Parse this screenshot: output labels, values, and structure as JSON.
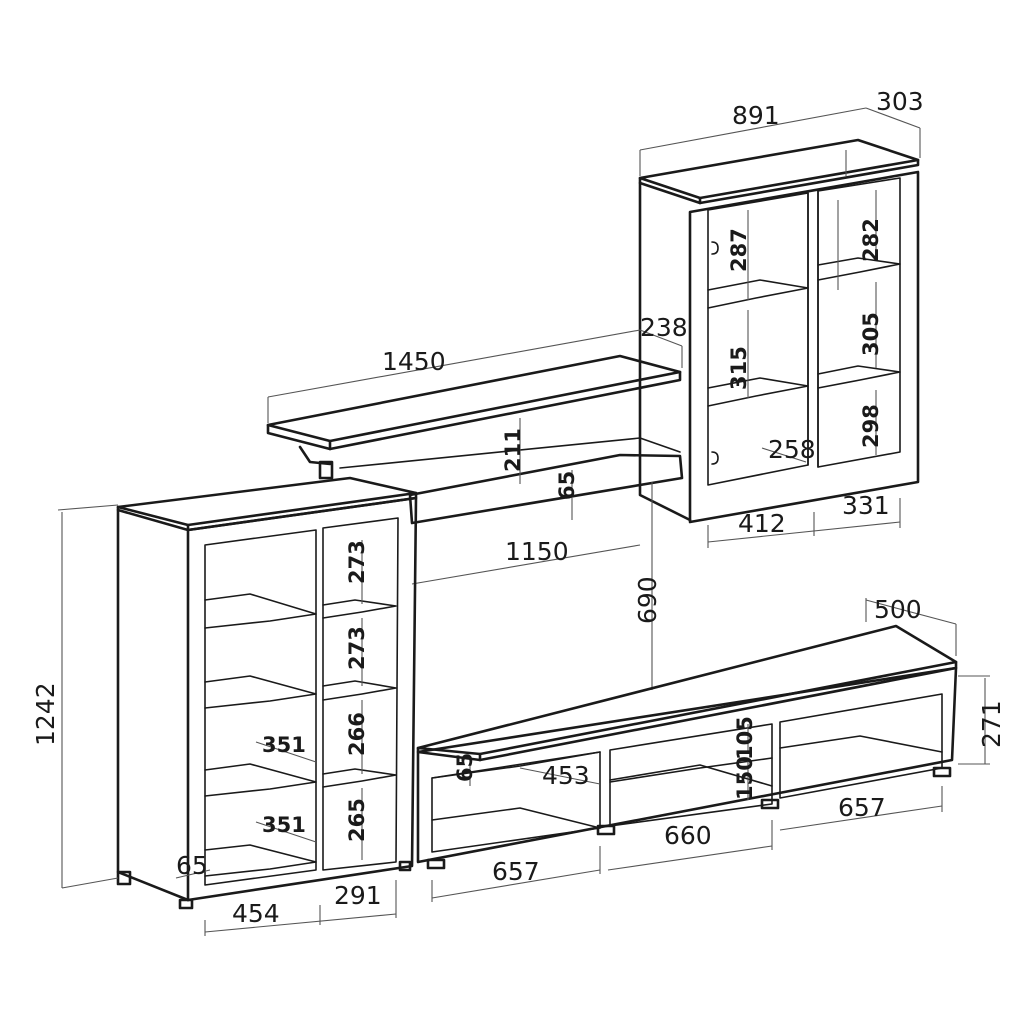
{
  "dimensions": {
    "wall_cabinet_width": "891",
    "wall_cabinet_depth": "303",
    "wall_cabinet_shelf_1": "287",
    "wall_cabinet_shelf_2": "315",
    "wall_cabinet_right_1": "282",
    "wall_cabinet_right_2": "305",
    "wall_cabinet_right_3": "298",
    "wall_cabinet_inner_depth": "258",
    "wall_cabinet_left_width": "412",
    "wall_cabinet_right_width": "331",
    "wall_shelf_width": "1450",
    "wall_shelf_depth": "238",
    "wall_shelf_gap": "211",
    "wall_shelf_thickness": "65",
    "wall_shelf_inner_width": "1150",
    "mount_height": "690",
    "bookcase_height": "1242",
    "bookcase_comp_1": "273",
    "bookcase_comp_2": "273",
    "bookcase_comp_3": "266",
    "bookcase_comp_4": "265",
    "bookcase_depth_1": "351",
    "bookcase_depth_2": "351",
    "bookcase_plinth": "65",
    "bookcase_left_width": "454",
    "bookcase_right_width": "291",
    "tv_depth": "500",
    "tv_height": "271",
    "tv_plinth": "65",
    "tv_inner_depth": "453",
    "tv_middle_upper": "105",
    "tv_middle_lower": "150",
    "tv_left_width": "657",
    "tv_middle_width": "660",
    "tv_right_width": "657"
  }
}
